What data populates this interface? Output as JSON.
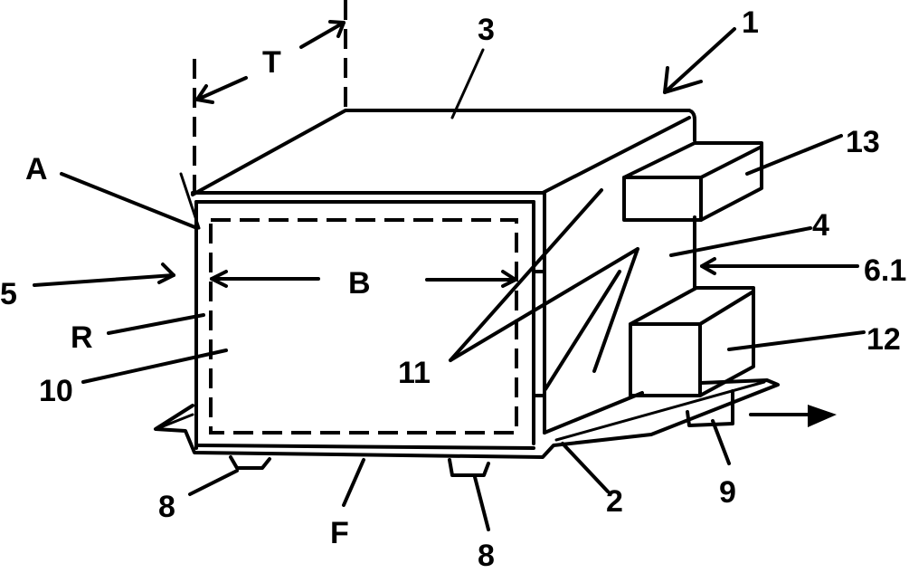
{
  "figure": {
    "description": "Patent-style perspective drawing of a box-shaped unit (1) with top (3), side wall (4), front opening region with dimensions T and B, attached boxes 12 and 13, base plate 2 with rollers 8 and 9, and a movement arrow.",
    "stroke_color": "#000000",
    "background_color": "#ffffff"
  },
  "labels": {
    "l1": "1",
    "l2": "2",
    "l3": "3",
    "l4": "4",
    "l5": "5",
    "l6_1": "6.1",
    "l8a": "8",
    "l8b": "8",
    "l9": "9",
    "l10": "10",
    "l11": "11",
    "l12": "12",
    "l13": "13",
    "lA": "A",
    "lB": "B",
    "lF": "F",
    "lR": "R",
    "lT": "T"
  }
}
